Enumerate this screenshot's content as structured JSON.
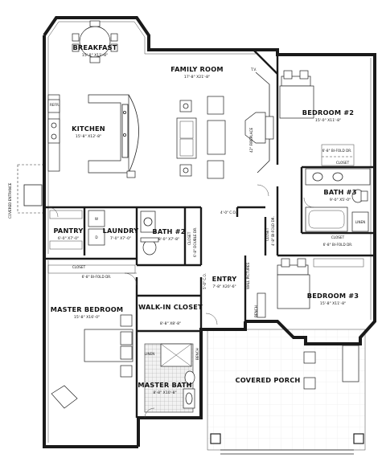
{
  "plan": {
    "rooms": {
      "breakfast": {
        "name": "BREAKFAST",
        "dim": "15'-8\" X11'-8\""
      },
      "family_room": {
        "name": "FAMILY ROOM",
        "dim": "17'-8\" X21'-8\""
      },
      "kitchen": {
        "name": "KITCHEN",
        "dim": "15'-8\" X12'-8\""
      },
      "bedroom2": {
        "name": "BEDROOM #2",
        "dim": "15'-0\" X11'-8\""
      },
      "bath3": {
        "name": "BATH #3",
        "dim": "9'-0\" X5'-0\""
      },
      "pantry": {
        "name": "PANTRY",
        "dim": "6'-0\" X7'-0\""
      },
      "laundry": {
        "name": "LAUNDRY",
        "dim": "7'-0\" X7'-0\""
      },
      "bath2": {
        "name": "BATH #2",
        "dim": "8'-0\" X7'-8\""
      },
      "entry": {
        "name": "ENTRY",
        "dim": "7'-8\" X20'-6\""
      },
      "master_bedroom": {
        "name": "MASTER BEDROOM",
        "dim": "15'-8\" X16'-0\""
      },
      "walk_in_closet": {
        "name": "WALK-IN CLOSET",
        "dim": "8'-8\" X8'-8\""
      },
      "bedroom3": {
        "name": "BEDROOM #3",
        "dim": "15'-8\" X11'-8\""
      },
      "master_bath": {
        "name": "MASTER BATH",
        "dim": "8'-8\" X10'-8\""
      },
      "covered_porch": {
        "name": "COVERED PORCH",
        "dim": ""
      }
    },
    "notes": {
      "fireplace": "42\" FIREPLACE",
      "tv": "T.V.",
      "refr": "REFR.",
      "closet_bed2": "CLOSET",
      "bifold_bed2": "6'-8\" BI-FOLD DR.",
      "closet_bed3": "CLOSET",
      "bifold_bed3": "6'-8\" BI-FOLD DR.",
      "closet_hall": "CLOSET",
      "bifold_hall": "4'-8\" BI-FOLD DR.",
      "closet_master": "CLOSET",
      "bifold_master": "6'-8\" BI-FOLD DR.",
      "closet_bath2": "CLOSET",
      "double_dr_bath2": "6'-8\" DOUBLE DR.",
      "co_top": "4'-0\" C.O.",
      "co_side": "5'-0\" C.O.",
      "wall_pictures": "WALL PICTURES",
      "bench": "BENCH",
      "linen_bath3": "LINEN",
      "linen_master": "LINEN",
      "bench_master": "BENCH",
      "covered_entrance": "COVERED ENTRANCE",
      "w": "W",
      "d": "D"
    }
  }
}
